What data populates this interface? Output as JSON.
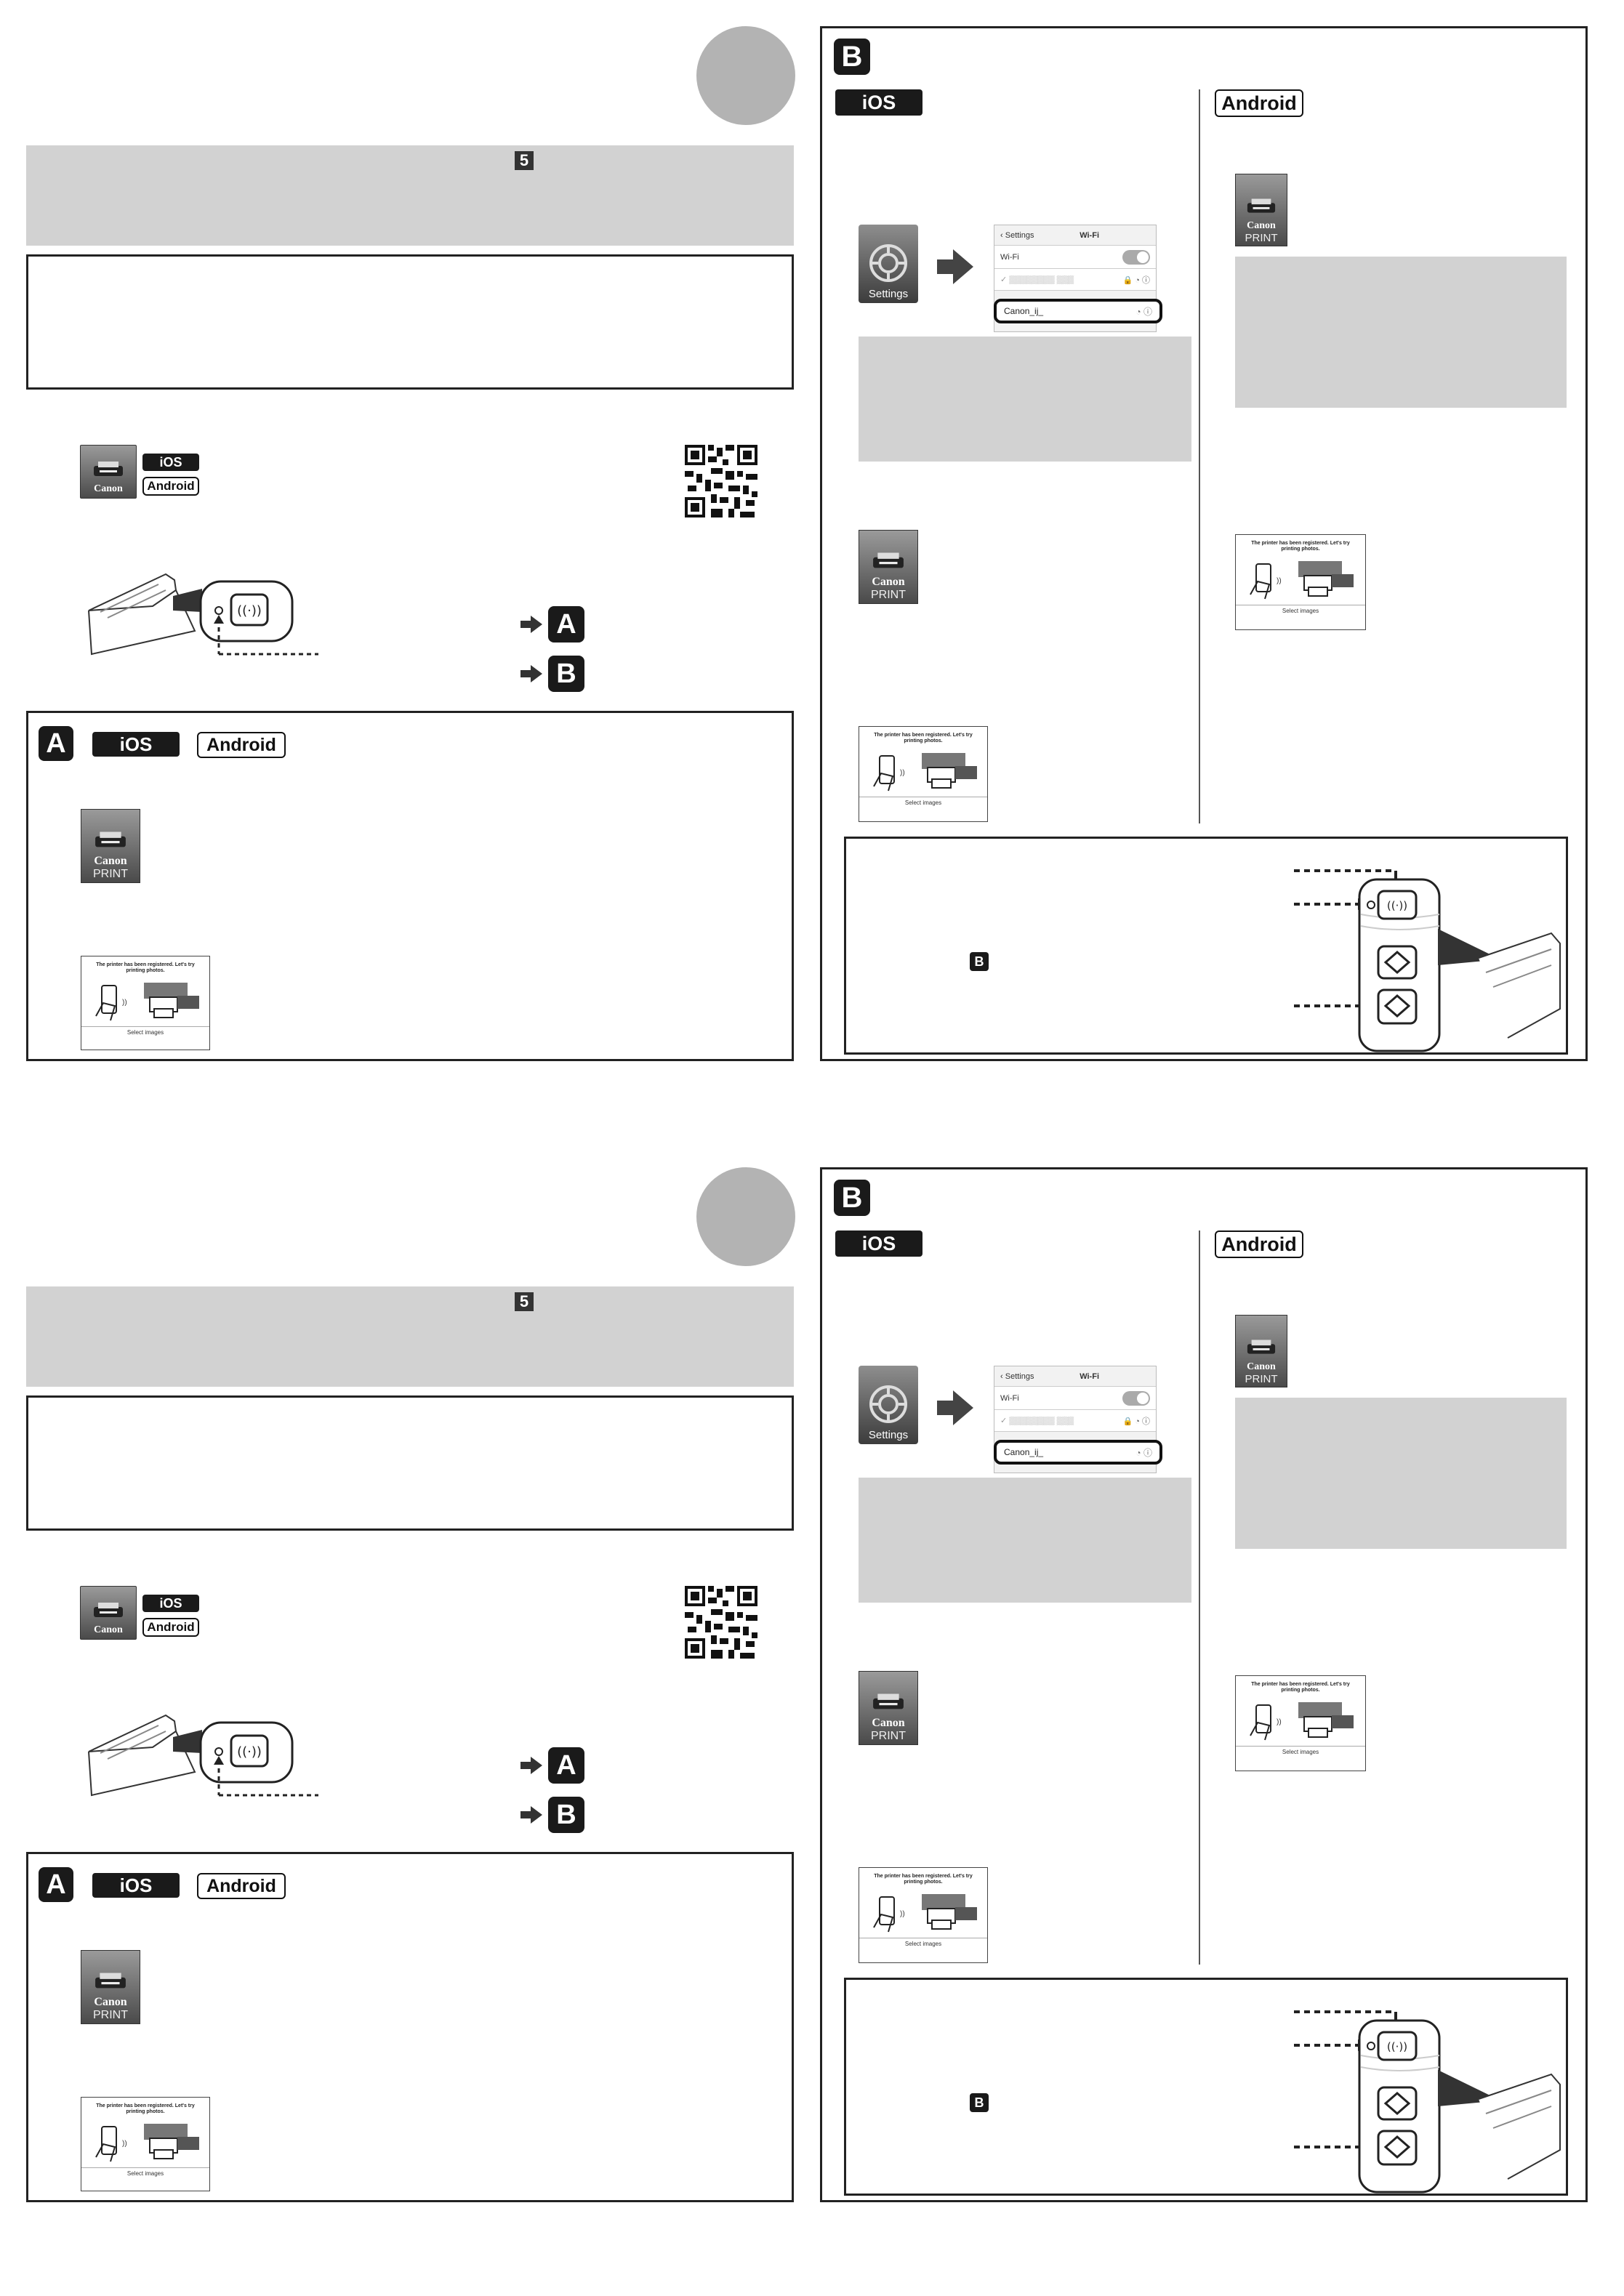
{
  "badge_step": "5",
  "os": {
    "ios": "iOS",
    "android": "Android"
  },
  "labels": {
    "a": "A",
    "b": "B"
  },
  "app": {
    "brand": "Canon",
    "print": "PRINT"
  },
  "settings_icon_label": "Settings",
  "wifi_screen": {
    "back": "Settings",
    "title": "Wi-Fi",
    "wifi_label": "Wi-Fi",
    "network": "Canon_ij_"
  },
  "thumb": {
    "title": "The printer has been registered. Let's try printing photos.",
    "footer": "Select images"
  },
  "colors": {
    "circle": "#b3b3b3",
    "gray_panel": "#d2d2d2",
    "dark": "#1a1a1a"
  },
  "icons": [
    "canon-print-app-icon",
    "settings-icon",
    "qr-code",
    "wireless-button-icon",
    "start-button-icon"
  ]
}
